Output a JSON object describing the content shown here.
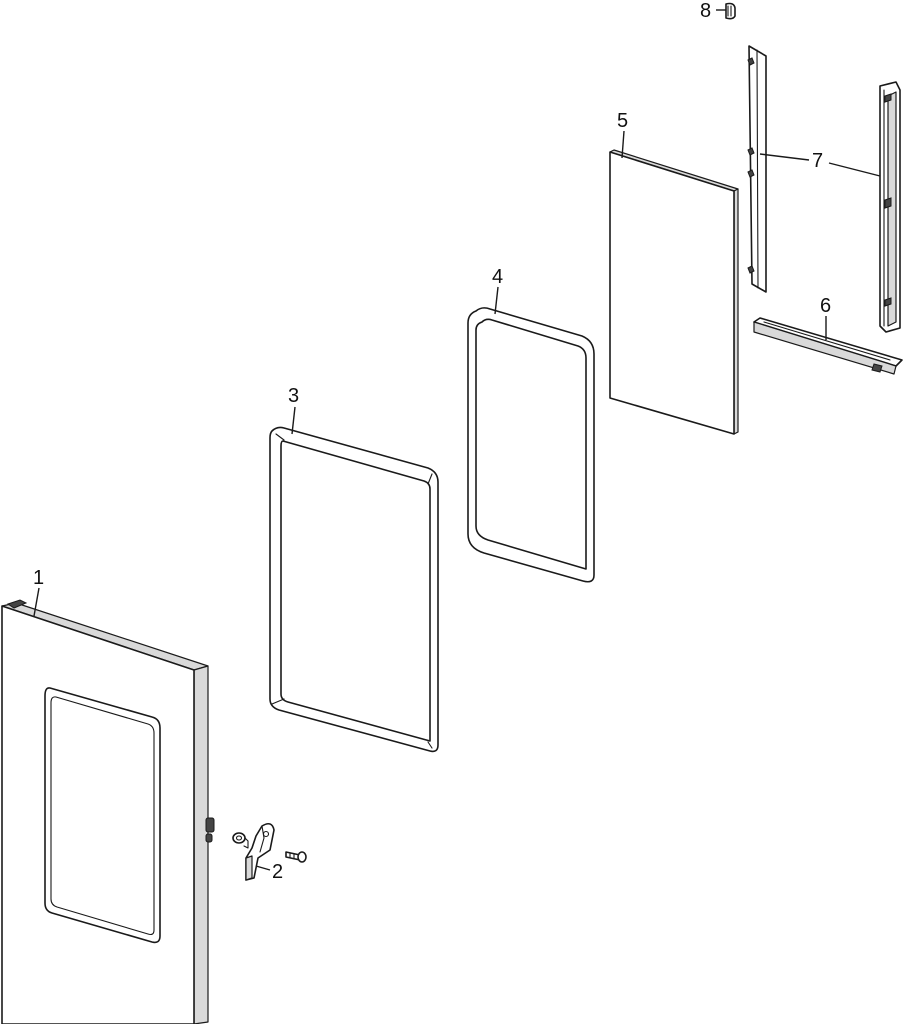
{
  "diagram": {
    "callouts": [
      {
        "id": "part-1",
        "label": "1"
      },
      {
        "id": "part-2",
        "label": "2"
      },
      {
        "id": "part-3",
        "label": "3"
      },
      {
        "id": "part-4",
        "label": "4"
      },
      {
        "id": "part-5",
        "label": "5"
      },
      {
        "id": "part-6",
        "label": "6"
      },
      {
        "id": "part-7",
        "label": "7"
      },
      {
        "id": "part-8",
        "label": "8"
      }
    ]
  }
}
